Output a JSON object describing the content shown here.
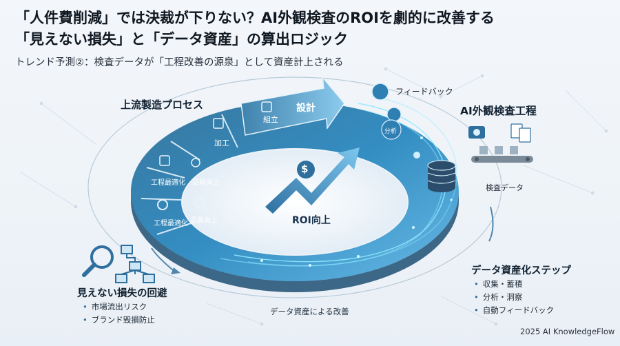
{
  "header": {
    "title_line1": "「人件費削減」では決裁が下りない？AI外観検査のROIを劇的に改善する",
    "title_line2": "「見えない損失」と「データ資産」の算出ロジック",
    "subtitle": "トレンド予測②：検査データが「工程改善の源泉」として資産計上される"
  },
  "upstream": {
    "title": "上流製造プロセス",
    "segments": {
      "design": "設計",
      "assembly": "組立",
      "processing": "加工",
      "process_opt_1": "工程最適化",
      "quality_up_1": "品質向上",
      "process_opt_2": "工程最適化",
      "quality_up_2": "品質向上"
    }
  },
  "inspection": {
    "feedback": "フィードバック",
    "analysis": "分析",
    "title": "AI外観検査工程",
    "data_label": "検査データ"
  },
  "center": {
    "roi_label": "ROI向上",
    "currency_symbol": "$"
  },
  "loss_avoidance": {
    "title": "見えない損失の回避",
    "items": [
      "市場流出リスク",
      "ブランド毀損防止"
    ]
  },
  "data_asset": {
    "title": "データ資産化ステップ",
    "items": [
      "収集・蓄積",
      "分析・洞察",
      "自動フィードバック"
    ]
  },
  "bottom_caption": "データ資産による改善",
  "credit": "2025 AI KnowledgeFlow",
  "colors": {
    "ring_dark": "#1f5f8b",
    "ring_light": "#8fc7e6",
    "accent": "#2a7db8",
    "glow": "#7fe3ff"
  }
}
